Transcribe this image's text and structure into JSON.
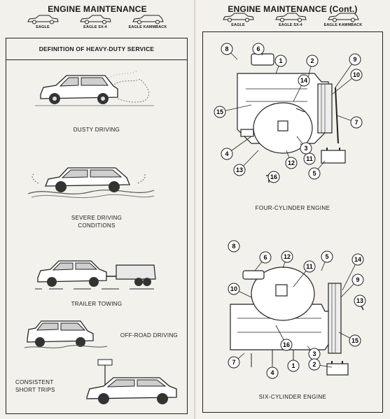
{
  "left_page": {
    "title": "ENGINE MAINTENANCE",
    "models": [
      "EAGLE",
      "EAGLE SX-4",
      "EAGLE KAMMBACK"
    ],
    "box_heading": "DEFINITION OF HEAVY-DUTY SERVICE",
    "items": [
      {
        "caption": "DUSTY DRIVING"
      },
      {
        "caption_line1": "SEVERE DRIVING",
        "caption_line2": "CONDITIONS"
      },
      {
        "caption": "TRAILER TOWING"
      },
      {
        "caption": "OFF-ROAD DRIVING"
      },
      {
        "caption_line1": "CONSISTENT",
        "caption_line2": "SHORT TRIPS"
      }
    ]
  },
  "right_page": {
    "title": "ENGINE MAINTENANCE (Cont.)",
    "models": [
      "EAGLE",
      "EAGLE SX-4",
      "EAGLE KAMMBACK"
    ],
    "four_cylinder": {
      "caption": "FOUR-CYLINDER ENGINE",
      "callouts": [
        "8",
        "6",
        "1",
        "2",
        "9",
        "10",
        "14",
        "15",
        "7",
        "4",
        "13",
        "12",
        "11",
        "3",
        "16",
        "5"
      ]
    },
    "six_cylinder": {
      "caption": "SIX-CYLINDER ENGINE",
      "callouts": [
        "8",
        "6",
        "12",
        "11",
        "14",
        "9",
        "10",
        "13",
        "16",
        "15",
        "7",
        "4",
        "1",
        "3",
        "2",
        "5"
      ]
    }
  }
}
